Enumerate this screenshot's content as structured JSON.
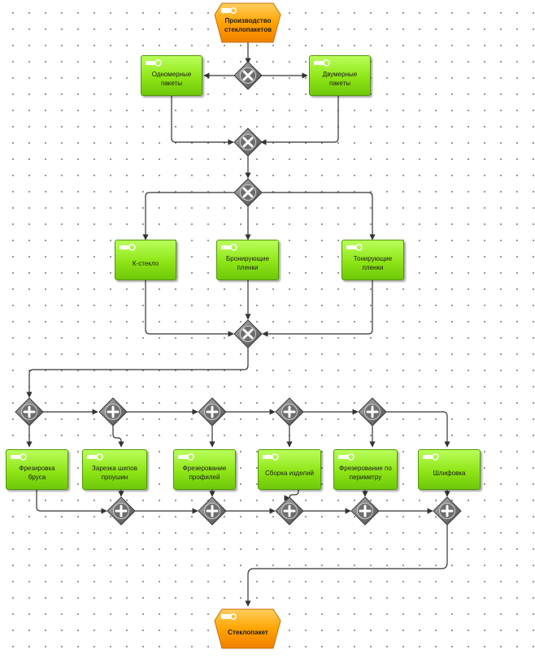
{
  "events": {
    "start": {
      "label": "Производство\nстеклопакетов"
    },
    "end": {
      "label": "Стеклопакет"
    }
  },
  "functions": {
    "one_dim": {
      "label": "Одномерные\nпакеты"
    },
    "two_dim": {
      "label": "Двумерные пакеты"
    },
    "k_glass": {
      "label": "К-стекло"
    },
    "armor": {
      "label": "Бронирующие\nпленки"
    },
    "tint": {
      "label": "Тонирующие\nпленки"
    },
    "milling_bar": {
      "label": "Фрезировка бруса"
    },
    "cut_spikes": {
      "label": "Зарезка шипов\nпроушин"
    },
    "milling_profiles": {
      "label": "Фрезерование\nпрофилей"
    },
    "assembly": {
      "label": "Сборка изделий"
    },
    "milling_perimeter": {
      "label": "Фрезерование по\nпериметру"
    },
    "grinding": {
      "label": "Шлифовка"
    }
  },
  "gateway_types": {
    "xor": "x-icon",
    "and": "plus-icon"
  },
  "colors": {
    "function_fill": "#8ee516",
    "event_fill": "#ff9a00",
    "gateway_fill": "#7f7f7f",
    "connector": "#333333"
  }
}
